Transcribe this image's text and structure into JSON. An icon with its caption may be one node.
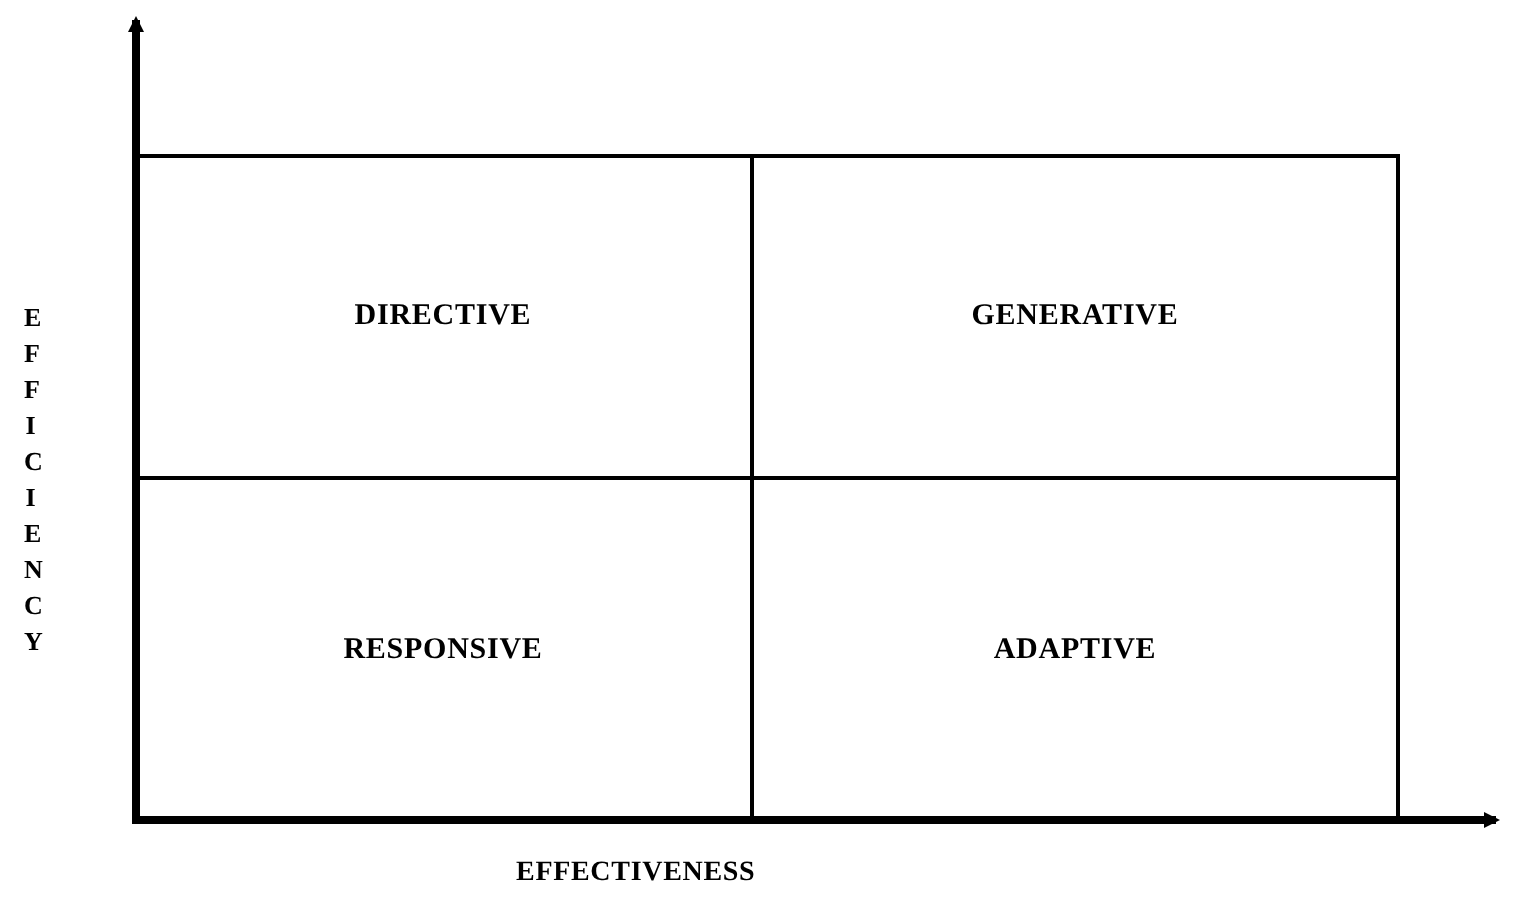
{
  "diagram": {
    "nodes": [
      {
        "text": [
          "DIRECTIVE"
        ]
      },
      {
        "text": [
          "GENERATIVE"
        ]
      },
      {
        "text": [
          "RESPONSIVE"
        ]
      },
      {
        "text": [
          "ADAPTIVE"
        ]
      }
    ],
    "labels": [
      "EFFICIENCY",
      "EFFECTIVENESS"
    ]
  }
}
